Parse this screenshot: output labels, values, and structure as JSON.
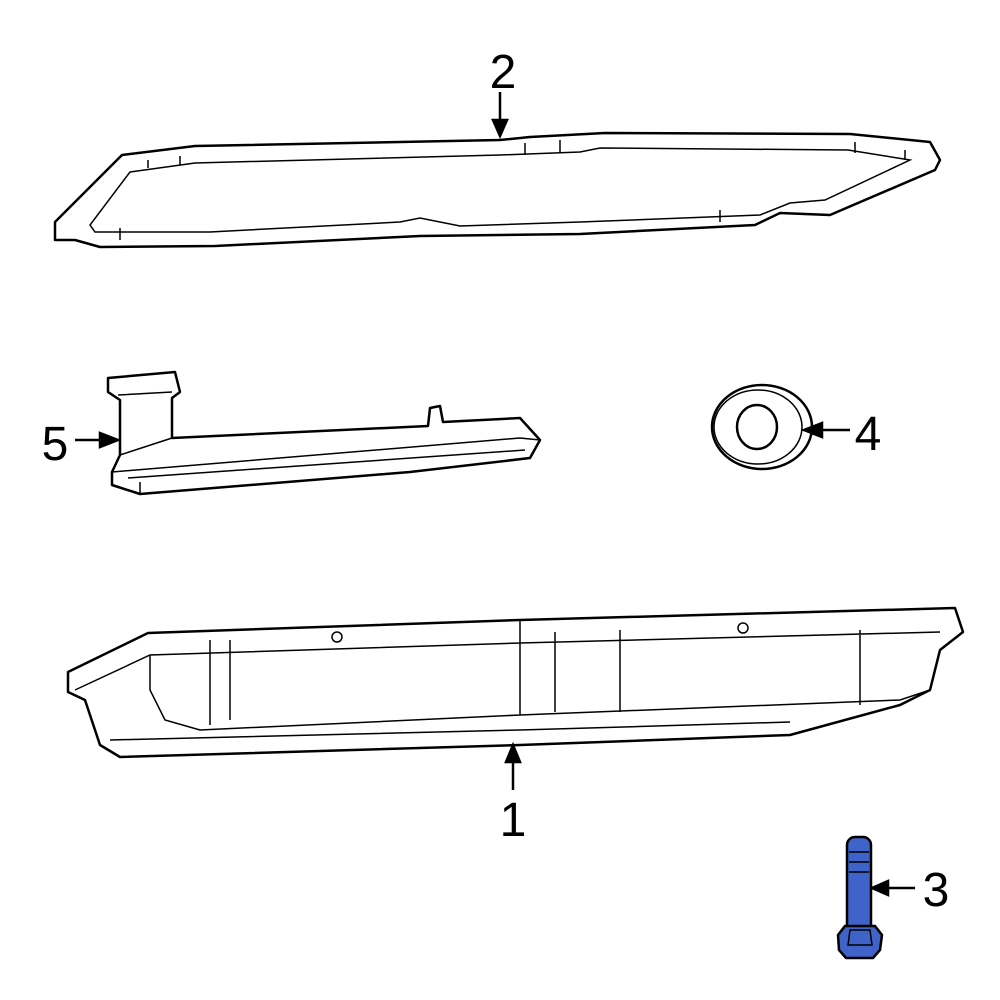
{
  "callouts": {
    "pan": "1",
    "gasket": "2",
    "bolt": "3",
    "seal": "4",
    "filter": "5"
  },
  "colors": {
    "highlight": "#3f63c8",
    "line": "#000000"
  }
}
